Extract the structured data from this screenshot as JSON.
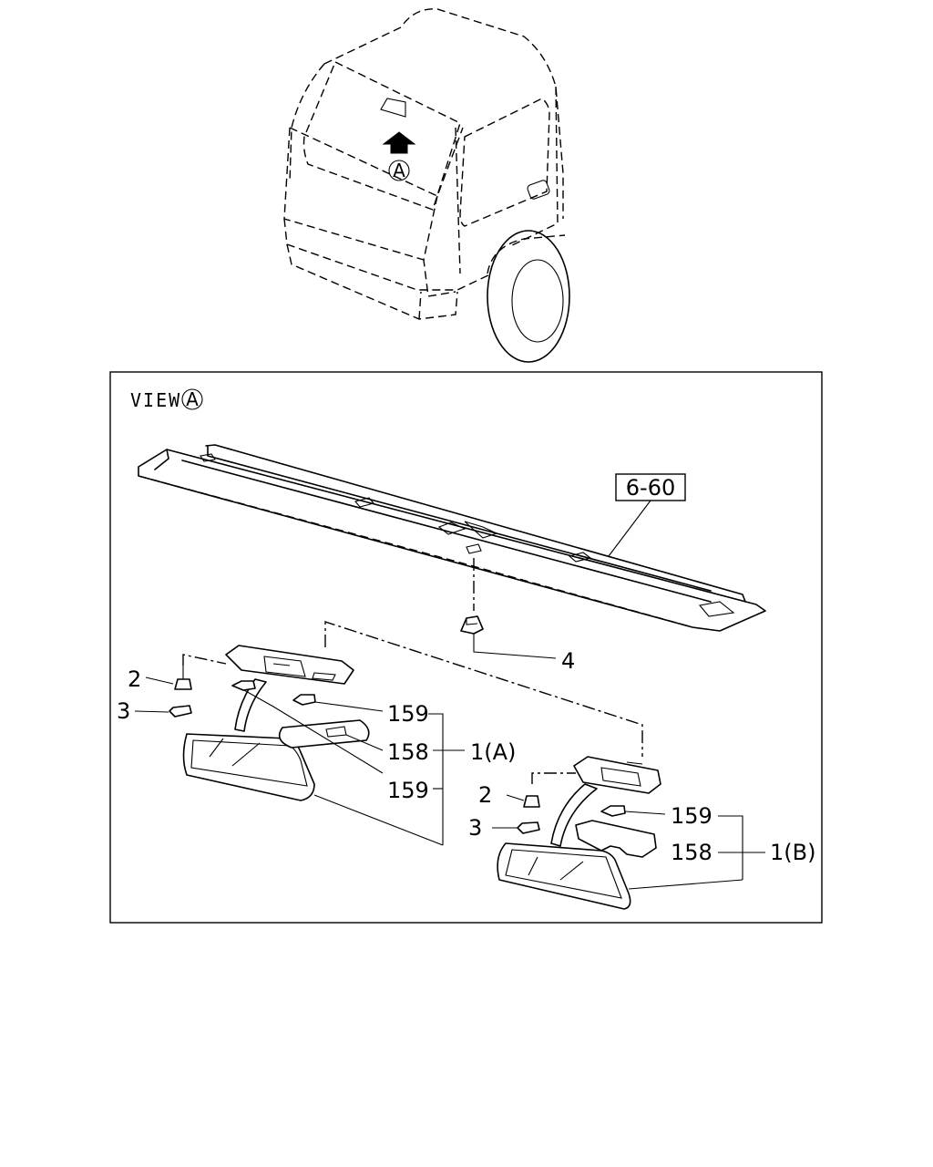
{
  "view_marker": "A",
  "view_title": "VIEW",
  "ref_box": "6-60",
  "labels": {
    "p4": "4",
    "p2a": "2",
    "p3a": "3",
    "p159a_top": "159",
    "p158a": "158",
    "p159a_bot": "159",
    "p1a": "1(A)",
    "p2b": "2",
    "p3b": "3",
    "p159b": "159",
    "p158b": "158",
    "p1b": "1(B)"
  }
}
